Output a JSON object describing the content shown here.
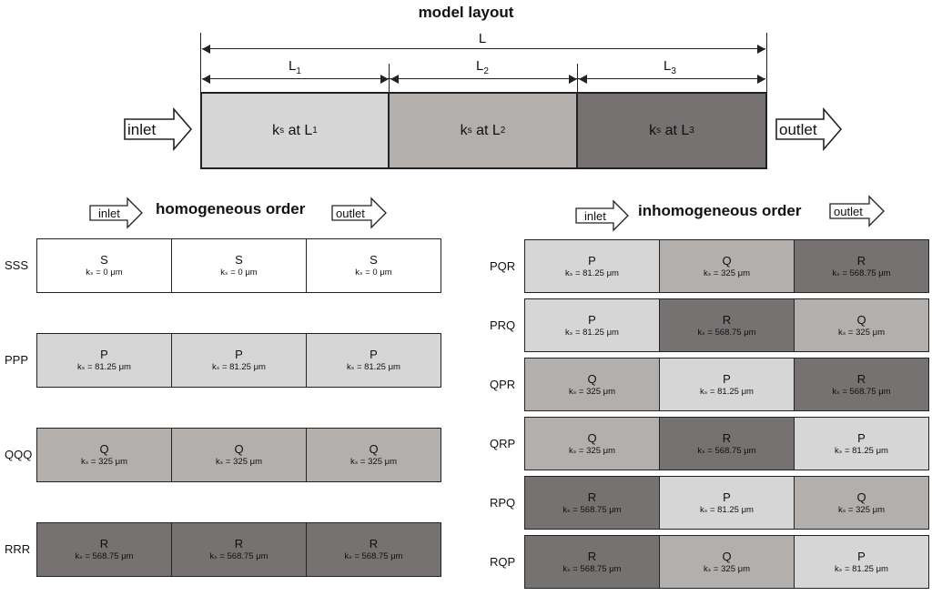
{
  "colors": {
    "S": "#ffffff",
    "P": "#d6d6d6",
    "Q": "#b2afad",
    "R": "#757271",
    "border": "#222222"
  },
  "model_layout": {
    "title": "model layout",
    "total_label": "L",
    "segments": [
      {
        "dim": "L",
        "sub": "1",
        "fill_key": "P",
        "ks_text": "k",
        "ks_sub": "s",
        "at_text": " at L",
        "at_sub": "1"
      },
      {
        "dim": "L",
        "sub": "2",
        "fill_key": "Q",
        "ks_text": "k",
        "ks_sub": "s",
        "at_text": " at L",
        "at_sub": "2"
      },
      {
        "dim": "L",
        "sub": "3",
        "fill_key": "R",
        "ks_text": "k",
        "ks_sub": "s",
        "at_text": " at L",
        "at_sub": "3"
      }
    ],
    "inlet": "inlet",
    "outlet": "outlet"
  },
  "homogeneous": {
    "title": "homogeneous order",
    "inlet": "inlet",
    "outlet": "outlet",
    "rows": [
      {
        "label": "SSS",
        "cells": [
          {
            "mat": "S",
            "ks": "kₛ = 0 μm"
          },
          {
            "mat": "S",
            "ks": "kₛ = 0 μm"
          },
          {
            "mat": "S",
            "ks": "kₛ = 0 μm"
          }
        ]
      },
      {
        "label": "PPP",
        "cells": [
          {
            "mat": "P",
            "ks": "kₛ = 81.25 μm"
          },
          {
            "mat": "P",
            "ks": "kₛ = 81.25 μm"
          },
          {
            "mat": "P",
            "ks": "kₛ = 81.25 μm"
          }
        ]
      },
      {
        "label": "QQQ",
        "cells": [
          {
            "mat": "Q",
            "ks": "kₛ = 325 μm"
          },
          {
            "mat": "Q",
            "ks": "kₛ = 325 μm"
          },
          {
            "mat": "Q",
            "ks": "kₛ = 325 μm"
          }
        ]
      },
      {
        "label": "RRR",
        "cells": [
          {
            "mat": "R",
            "ks": "kₛ = 568.75 μm"
          },
          {
            "mat": "R",
            "ks": "kₛ = 568.75 μm"
          },
          {
            "mat": "R",
            "ks": "kₛ = 568.75 μm"
          }
        ]
      }
    ]
  },
  "inhomogeneous": {
    "title": "inhomogeneous order",
    "inlet": "inlet",
    "outlet": "outlet",
    "rows": [
      {
        "label": "PQR",
        "cells": [
          {
            "mat": "P",
            "ks": "kₛ = 81.25 μm"
          },
          {
            "mat": "Q",
            "ks": "kₛ = 325 μm"
          },
          {
            "mat": "R",
            "ks": "kₛ = 568.75 μm"
          }
        ]
      },
      {
        "label": "PRQ",
        "cells": [
          {
            "mat": "P",
            "ks": "kₛ = 81.25 μm"
          },
          {
            "mat": "R",
            "ks": "kₛ = 568.75 μm"
          },
          {
            "mat": "Q",
            "ks": "kₛ = 325 μm"
          }
        ]
      },
      {
        "label": "QPR",
        "cells": [
          {
            "mat": "Q",
            "ks": "kₛ = 325 μm"
          },
          {
            "mat": "P",
            "ks": "kₛ = 81.25 μm"
          },
          {
            "mat": "R",
            "ks": "kₛ = 568.75 μm"
          }
        ]
      },
      {
        "label": "QRP",
        "cells": [
          {
            "mat": "Q",
            "ks": "kₛ = 325 μm"
          },
          {
            "mat": "R",
            "ks": "kₛ = 568.75 μm"
          },
          {
            "mat": "P",
            "ks": "kₛ = 81.25 μm"
          }
        ]
      },
      {
        "label": "RPQ",
        "cells": [
          {
            "mat": "R",
            "ks": "kₛ = 568.75 μm"
          },
          {
            "mat": "P",
            "ks": "kₛ = 81.25 μm"
          },
          {
            "mat": "Q",
            "ks": "kₛ = 325 μm"
          }
        ]
      },
      {
        "label": "RQP",
        "cells": [
          {
            "mat": "R",
            "ks": "kₛ = 568.75 μm"
          },
          {
            "mat": "Q",
            "ks": "kₛ = 325 μm"
          },
          {
            "mat": "P",
            "ks": "kₛ = 81.25 μm"
          }
        ]
      }
    ]
  }
}
